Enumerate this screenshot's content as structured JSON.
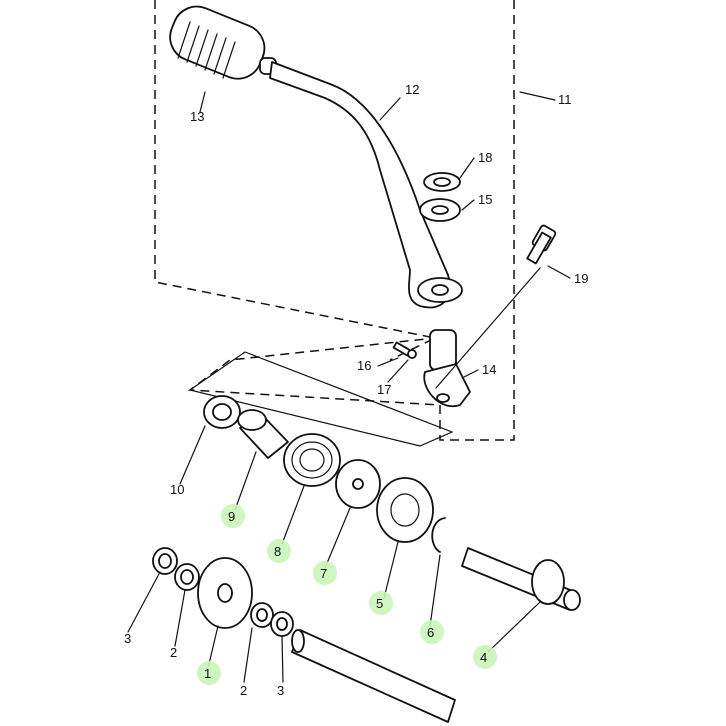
{
  "labels": [
    {
      "id": "1",
      "text": "1",
      "highlight": true
    },
    {
      "id": "2a",
      "text": "2",
      "highlight": false
    },
    {
      "id": "2b",
      "text": "2",
      "highlight": false
    },
    {
      "id": "3a",
      "text": "3",
      "highlight": false
    },
    {
      "id": "3b",
      "text": "3",
      "highlight": false
    },
    {
      "id": "4",
      "text": "4",
      "highlight": true
    },
    {
      "id": "5",
      "text": "5",
      "highlight": true
    },
    {
      "id": "6",
      "text": "6",
      "highlight": true
    },
    {
      "id": "7",
      "text": "7",
      "highlight": true
    },
    {
      "id": "8",
      "text": "8",
      "highlight": true
    },
    {
      "id": "9",
      "text": "9",
      "highlight": true
    },
    {
      "id": "10",
      "text": "10",
      "highlight": false
    },
    {
      "id": "11",
      "text": "11",
      "highlight": false
    },
    {
      "id": "12",
      "text": "12",
      "highlight": false
    },
    {
      "id": "13",
      "text": "13",
      "highlight": false
    },
    {
      "id": "14",
      "text": "14",
      "highlight": false
    },
    {
      "id": "15",
      "text": "15",
      "highlight": false
    },
    {
      "id": "16",
      "text": "16",
      "highlight": false
    },
    {
      "id": "17",
      "text": "17",
      "highlight": false
    },
    {
      "id": "18",
      "text": "18",
      "highlight": false
    },
    {
      "id": "19",
      "text": "19",
      "highlight": false
    }
  ],
  "colors": {
    "highlight": "#c9f5b8",
    "line": "#111111",
    "background": "#ffffff"
  }
}
